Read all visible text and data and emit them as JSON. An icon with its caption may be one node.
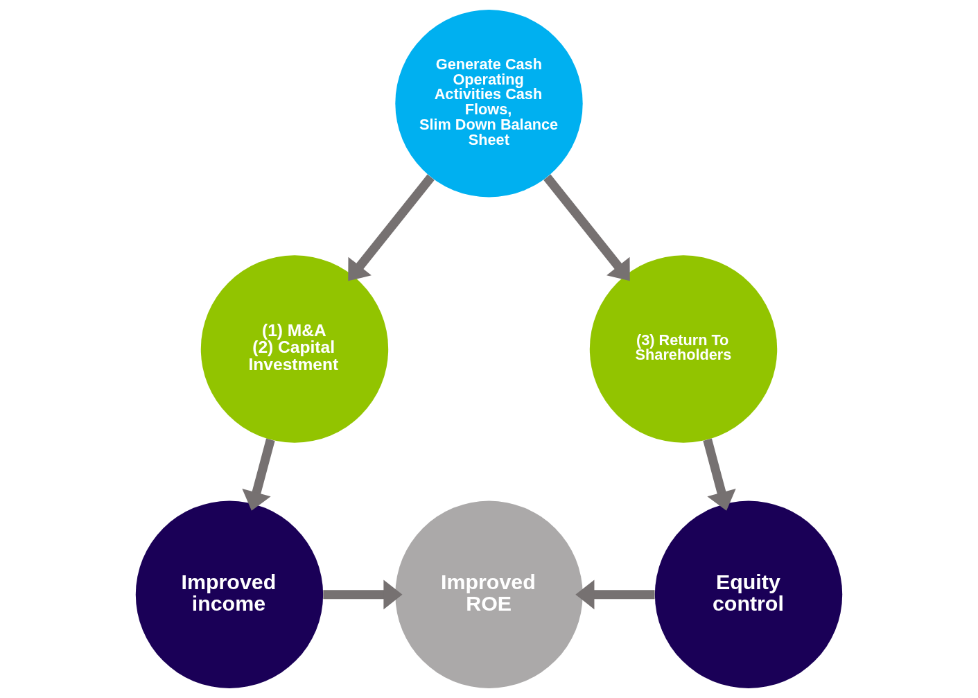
{
  "diagram": {
    "nodes": [
      {
        "text": [
          "Generate Cash",
          "Operating Activities Cash Flows,",
          "Slim Down Balance Sheet"
        ]
      },
      {
        "text": [
          "(1) M&A",
          "(2) Capital Investment"
        ]
      },
      {
        "text": [
          "(3) Return To Shareholders"
        ]
      },
      {
        "text": [
          "Improved income"
        ]
      },
      {
        "text": [
          "Improved ROE"
        ]
      },
      {
        "text": [
          "Equity control"
        ]
      }
    ],
    "edges": [
      {
        "from": 0,
        "to": 1,
        "arrow": "to"
      },
      {
        "from": 0,
        "to": 2,
        "arrow": "to"
      },
      {
        "from": 1,
        "to": 3,
        "arrow": "to"
      },
      {
        "from": 2,
        "to": 5,
        "arrow": "to"
      },
      {
        "from": 3,
        "to": 4,
        "arrow": "to"
      },
      {
        "from": 5,
        "to": 4,
        "arrow": "to"
      }
    ]
  }
}
